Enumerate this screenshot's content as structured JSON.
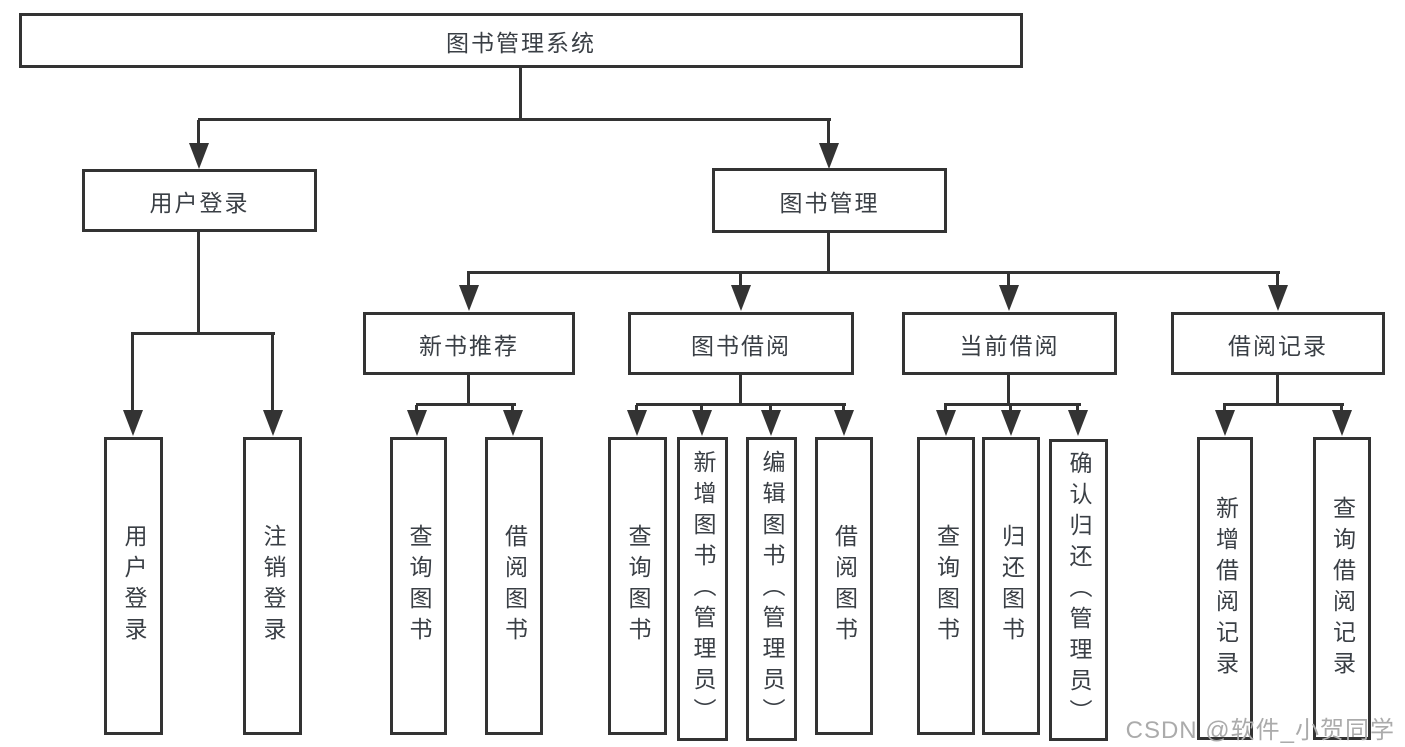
{
  "colors": {
    "line": "#333333",
    "text": "#3a3f45",
    "background": "#ffffff",
    "watermark": "#ababab"
  },
  "nodes": {
    "root": "图书管理系统",
    "user_login": "用户登录",
    "book_mgmt": "图书管理",
    "new_book_rec": "新书推荐",
    "book_borrow": "图书借阅",
    "current_borrow": "当前借阅",
    "borrow_records": "借阅记录",
    "leaves": {
      "login": "用户登录",
      "logout": "注销登录",
      "query_book_1": "查询图书",
      "borrow_book_1": "借阅图书",
      "query_book_2": "查询图书",
      "add_book_admin": "新增图书（管理员）",
      "edit_book_admin": "编辑图书（管理员）",
      "borrow_book_2": "借阅图书",
      "query_book_3": "查询图书",
      "return_book": "归还图书",
      "confirm_return_admin": "确认归还（管理员）",
      "add_borrow_record": "新增借阅记录",
      "query_borrow_record": "查询借阅记录"
    }
  },
  "watermark": "CSDN @软件_小贺同学"
}
